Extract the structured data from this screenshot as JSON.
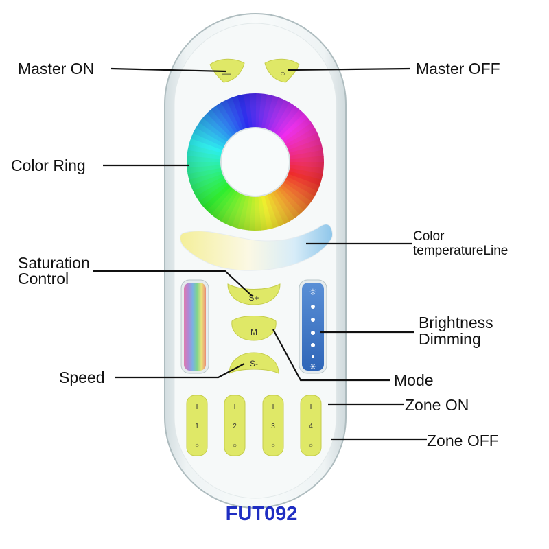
{
  "model_name": "FUT092",
  "labels": {
    "master_on": "Master ON",
    "master_off": "Master OFF",
    "color_ring": "Color Ring",
    "color_temp_line1": "Color",
    "color_temp_line2": "temperatureLine",
    "saturation_line1": "Saturation",
    "saturation_line2": "Control",
    "brightness_line1": "Brightness",
    "brightness_line2": "Dimming",
    "speed": "Speed",
    "mode": "Mode",
    "zone_on": "Zone ON",
    "zone_off": "Zone OFF"
  },
  "buttons": {
    "master_on_symbol": "—",
    "master_off_symbol": "○",
    "saturation_plus": "S+",
    "mode": "M",
    "speed_minus": "S-"
  },
  "zones": [
    {
      "on": "I",
      "number": "1",
      "off": "○"
    },
    {
      "on": "I",
      "number": "2",
      "off": "○"
    },
    {
      "on": "I",
      "number": "3",
      "off": "○"
    },
    {
      "on": "I",
      "number": "4",
      "off": "○"
    }
  ],
  "colors": {
    "accent_yellow": "#dfe867",
    "model_text": "#1f2ec2",
    "brightness_strip": "#3f78c8"
  }
}
